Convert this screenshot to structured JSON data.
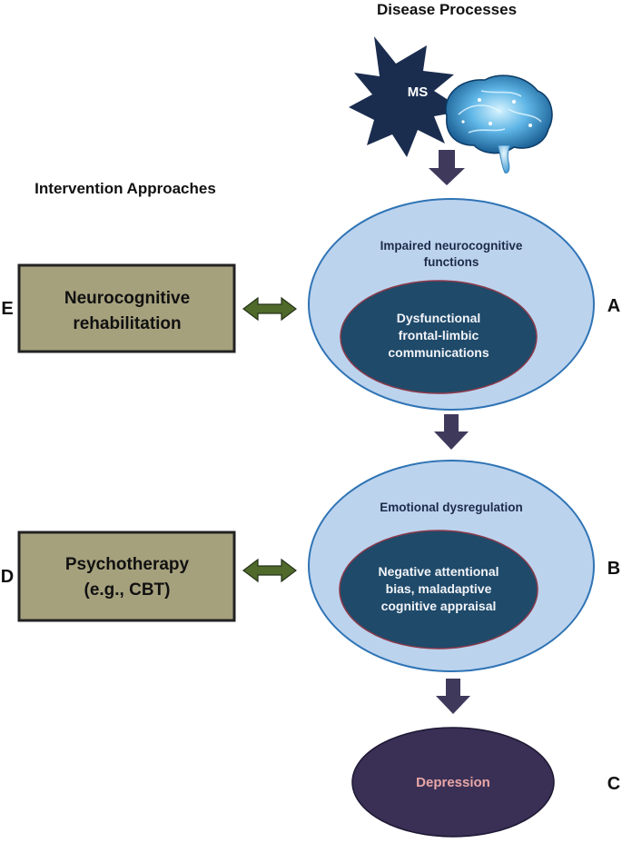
{
  "headings": {
    "disease_processes": "Disease Processes",
    "intervention_approaches": "Intervention Approaches"
  },
  "ms_label": "MS",
  "nodes": {
    "a": {
      "outer_lines": [
        "Impaired neurocognitive",
        "functions"
      ],
      "inner_lines": [
        "Dysfunctional",
        "frontal-limbic",
        "communications"
      ],
      "letter": "A"
    },
    "b": {
      "outer_lines": [
        "Emotional dysregulation"
      ],
      "inner_lines": [
        "Negative attentional",
        "bias, maladaptive",
        "cognitive appraisal"
      ],
      "letter": "B"
    },
    "c": {
      "label": "Depression",
      "letter": "C"
    }
  },
  "interventions": {
    "e": {
      "lines": [
        "Neurocognitive",
        "rehabilitation"
      ],
      "letter": "E"
    },
    "d": {
      "lines": [
        "Psychotherapy",
        "(e.g., CBT)"
      ],
      "letter": "D"
    }
  },
  "colors": {
    "outer_ellipse": "#bcd3ee",
    "outer_stroke": "#2f74b5",
    "inner_ellipse": "#1f4a6a",
    "inner_stroke": "#8b3a4a",
    "depression_fill": "#3a3055",
    "box_fill": "#a6a17d",
    "box_stroke": "#222222",
    "down_arrow": "#3f3a5c",
    "double_arrow": "#4f6a2a",
    "star_fill": "#1a2d4f"
  },
  "icons": [
    "brain-icon",
    "ms-star-icon"
  ]
}
